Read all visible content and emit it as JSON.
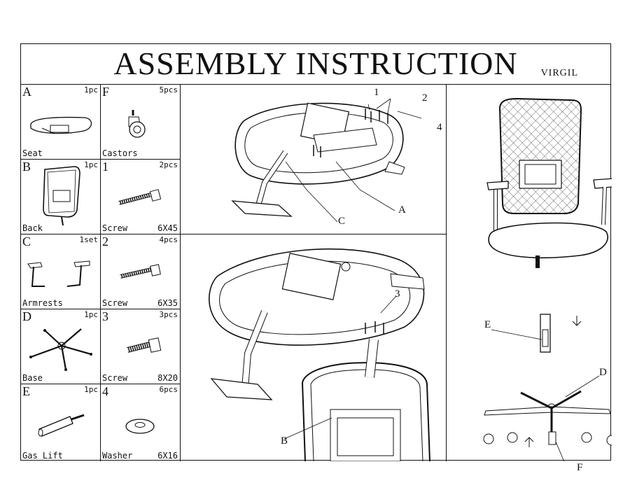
{
  "header": {
    "title": "ASSEMBLY INSTRUCTION",
    "model": "VIRGIL"
  },
  "parts": [
    {
      "letter": "A",
      "qty": "1pc",
      "name": "Seat",
      "size": ""
    },
    {
      "letter": "B",
      "qty": "1pc",
      "name": "Back",
      "size": ""
    },
    {
      "letter": "C",
      "qty": "1set",
      "name": "Armrests",
      "size": ""
    },
    {
      "letter": "D",
      "qty": "1pc",
      "name": "Base",
      "size": ""
    },
    {
      "letter": "E",
      "qty": "1pc",
      "name": "Gas Lift",
      "size": ""
    }
  ],
  "hardware": [
    {
      "letter": "F",
      "qty": "5pcs",
      "name": "Castors",
      "size": ""
    },
    {
      "letter": "1",
      "qty": "2pcs",
      "name": "Screw",
      "size": "6X45"
    },
    {
      "letter": "2",
      "qty": "4pcs",
      "name": "Screw",
      "size": "6X35"
    },
    {
      "letter": "3",
      "qty": "3pcs",
      "name": "Screw",
      "size": "8X20"
    },
    {
      "letter": "4",
      "qty": "6pcs",
      "name": "Washer",
      "size": "6X16"
    }
  ],
  "step1": {
    "callouts": [
      "1",
      "2",
      "4",
      "A",
      "C"
    ]
  },
  "step2": {
    "callouts": [
      "3",
      "B"
    ]
  },
  "step3": {
    "callouts": [
      "E",
      "D",
      "F"
    ]
  }
}
